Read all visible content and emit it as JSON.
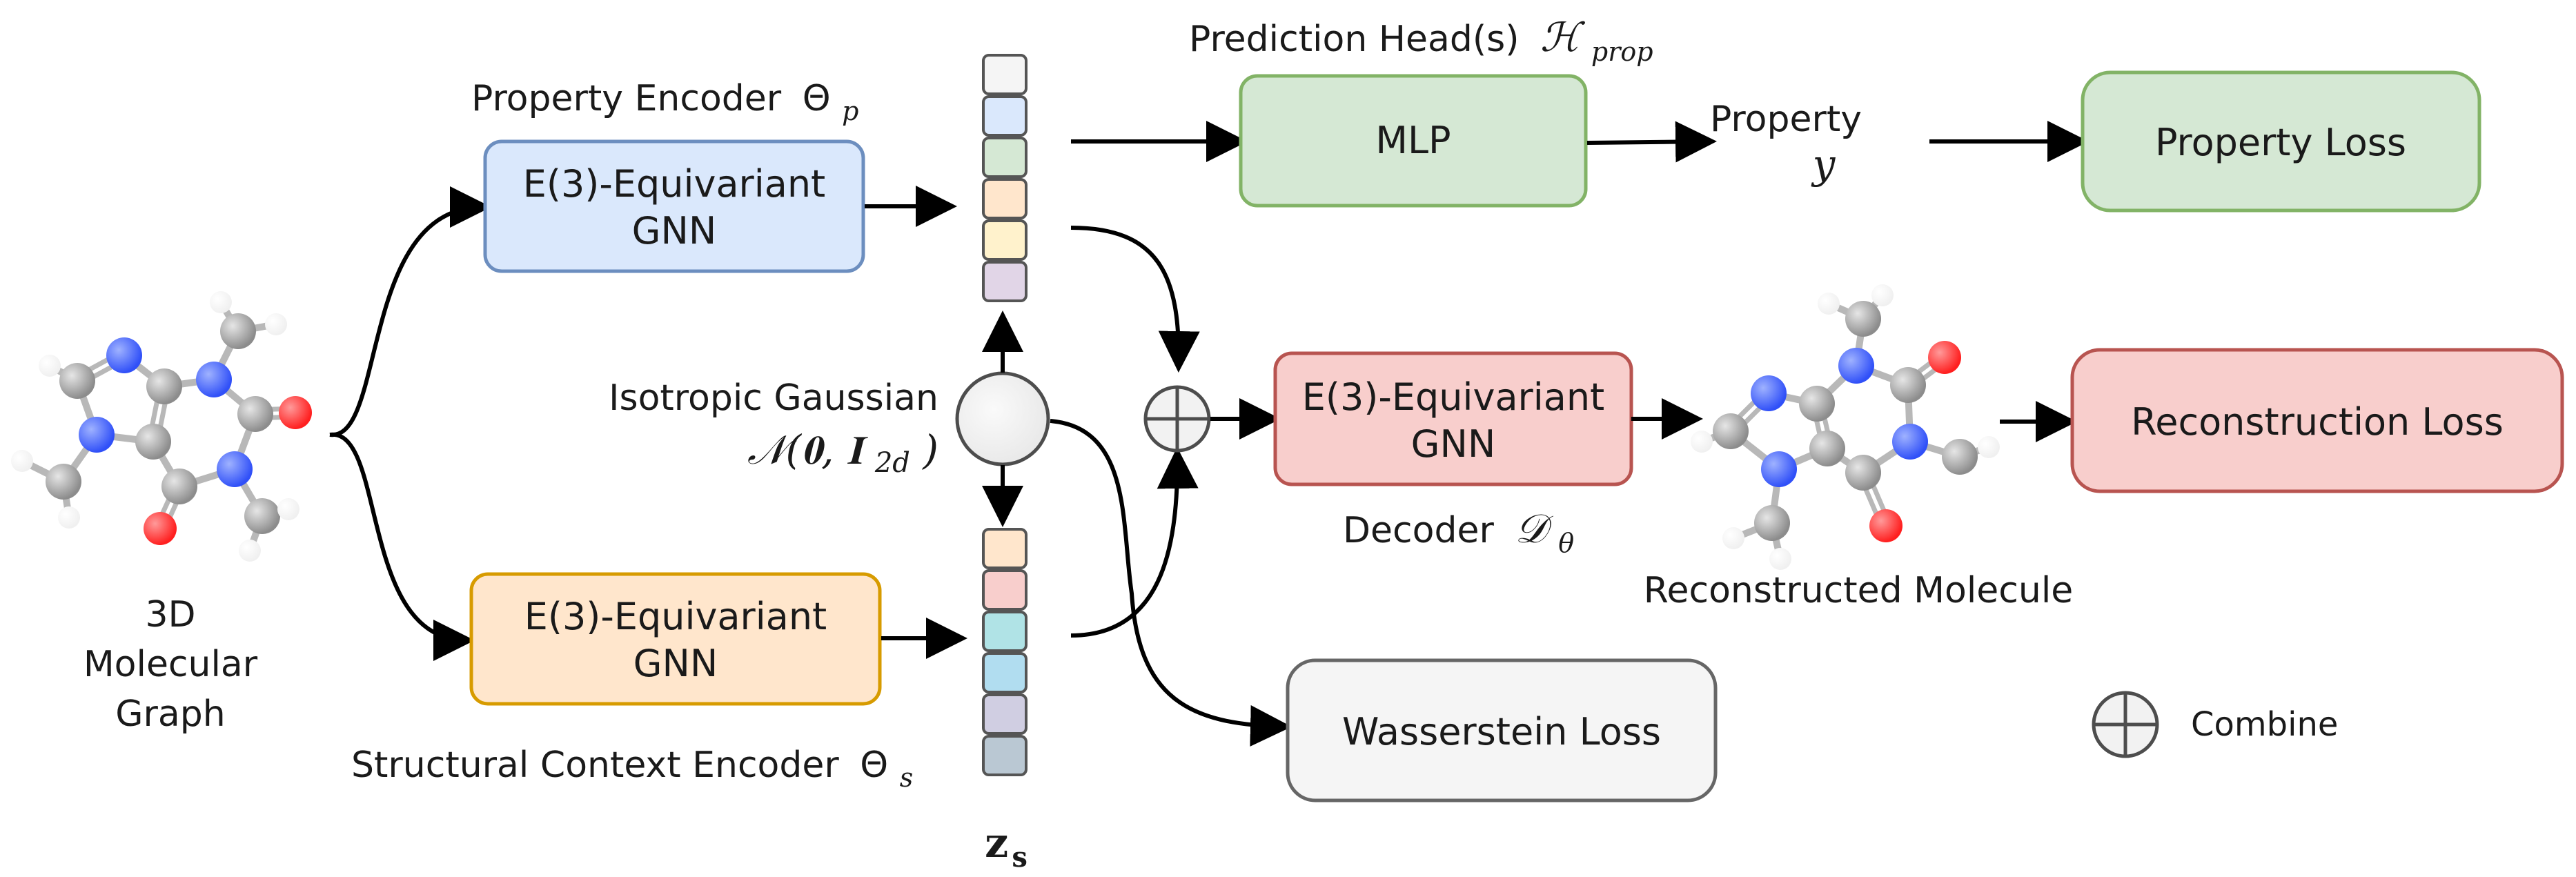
{
  "encoders": {
    "property": {
      "box_line1": "E(3)-Equivariant",
      "box_line2": "GNN",
      "title": "Property Encoder",
      "symbol": "Θ",
      "subscript": "p",
      "color": "#dae8fc",
      "border": "#6c8ebf"
    },
    "structural": {
      "box_line1": "E(3)-Equivariant",
      "box_line2": "GNN",
      "title": "Structural Context Encoder",
      "symbol": "Θ",
      "subscript": "s",
      "color": "#ffe6cc",
      "border": "#d79b00"
    }
  },
  "input": {
    "line1": "3D",
    "line2": "Molecular",
    "line3": "Graph"
  },
  "prior": {
    "line1": "Isotropic Gaussian",
    "line2": "𝒩(𝟎, 𝐈",
    "line2_sub": "2d",
    "line2_end": ")"
  },
  "latent": {
    "property_vector_colors": [
      "#f5f5f5",
      "#dae8fc",
      "#d5e8d4",
      "#ffe6cc",
      "#fff2cc",
      "#e1d5e7"
    ],
    "structural_vector_colors": [
      "#ffe6cc",
      "#f8cecc",
      "#b0e3e6",
      "#b1ddf0",
      "#d0cee2",
      "#bac8d3"
    ],
    "label_main": "z",
    "label_sub": "s"
  },
  "prediction": {
    "title": "Prediction Head(s)",
    "symbol": "ℋ",
    "subscript": "prop",
    "box_label": "MLP",
    "color": "#d5e8d4",
    "border": "#82b366"
  },
  "property_output": {
    "line1": "Property",
    "line2": "y"
  },
  "decoder": {
    "box_line1": "E(3)-Equivariant",
    "box_line2": "GNN",
    "title": "Decoder",
    "symbol": "𝒟",
    "subscript": "θ",
    "color": "#f8cecc",
    "border": "#b85450"
  },
  "reconstructed": {
    "label": "Reconstructed Molecule"
  },
  "losses": {
    "property": {
      "label": "Property Loss",
      "color": "#d5e8d4",
      "border": "#82b366"
    },
    "reconstruction": {
      "label": "Reconstruction Loss",
      "color": "#f8cecc",
      "border": "#b85450"
    },
    "wasserstein": {
      "label": "Wasserstein Loss",
      "color": "#f5f5f5",
      "border": "#666666"
    }
  },
  "legend": {
    "combine_label": "Combine"
  },
  "atom_colors": {
    "carbon": "#8c8c8c",
    "nitrogen": "#3050f8",
    "oxygen": "#ff1f1f",
    "hydrogen": "#f0f0f0"
  }
}
